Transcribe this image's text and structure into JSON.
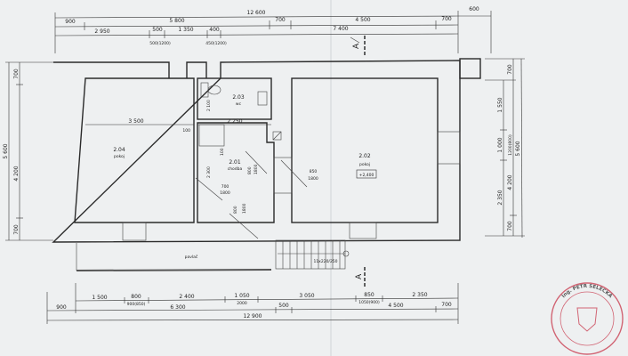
{
  "dimensions": {
    "top_overall": "12 600",
    "top_right_ext": "600",
    "top_row2": [
      "900",
      "5 800",
      "700",
      "4 500",
      "700"
    ],
    "top_row3": [
      "2 950",
      "500",
      "1 350",
      "400",
      "7 400"
    ],
    "top_notes": [
      "500(1200)",
      "450(1200)"
    ],
    "bottom_row1": [
      "1 500",
      "800",
      "2 400",
      "1 050",
      "3 050",
      "850",
      "2 350"
    ],
    "bottom_row2": [
      "900",
      "6 300",
      "500",
      "4 500",
      "700"
    ],
    "bottom_notes": [
      "900(850)",
      "2000",
      "1050(900)"
    ],
    "bottom_overall": "12 900",
    "left_overall": "5 600",
    "left_row": [
      "700",
      "4 200",
      "700"
    ],
    "right_row1": [
      "700",
      "1 550",
      "1 000",
      "2 350",
      "700"
    ],
    "right_row2": [
      "1200(800)",
      "4 200"
    ],
    "right_overall": "5 600"
  },
  "rooms": [
    {
      "number": "2.04",
      "name": "pokoj"
    },
    {
      "number": "2.03",
      "name": "wc"
    },
    {
      "number": "2.01",
      "name": "chodba"
    },
    {
      "number": "2.02",
      "name": "pokoj",
      "level": "+2,400"
    }
  ],
  "interior_dims": {
    "room_width": "3 500",
    "wc_width": "2 250",
    "wc_height": "2 100",
    "wall": "100",
    "hall_height": "2 300",
    "wall2": "100",
    "door_wc": [
      "800",
      "1800"
    ],
    "door_hall": [
      "700",
      "1800"
    ],
    "door_entry": [
      "800",
      "1800"
    ],
    "door_room": [
      "850",
      "1800"
    ]
  },
  "gallery": "pavlač",
  "stairs": "11x220/250",
  "section_mark": "A",
  "stamp": {
    "text": "Ing. PETR SELECKÁ",
    "color": "#c8364a"
  }
}
